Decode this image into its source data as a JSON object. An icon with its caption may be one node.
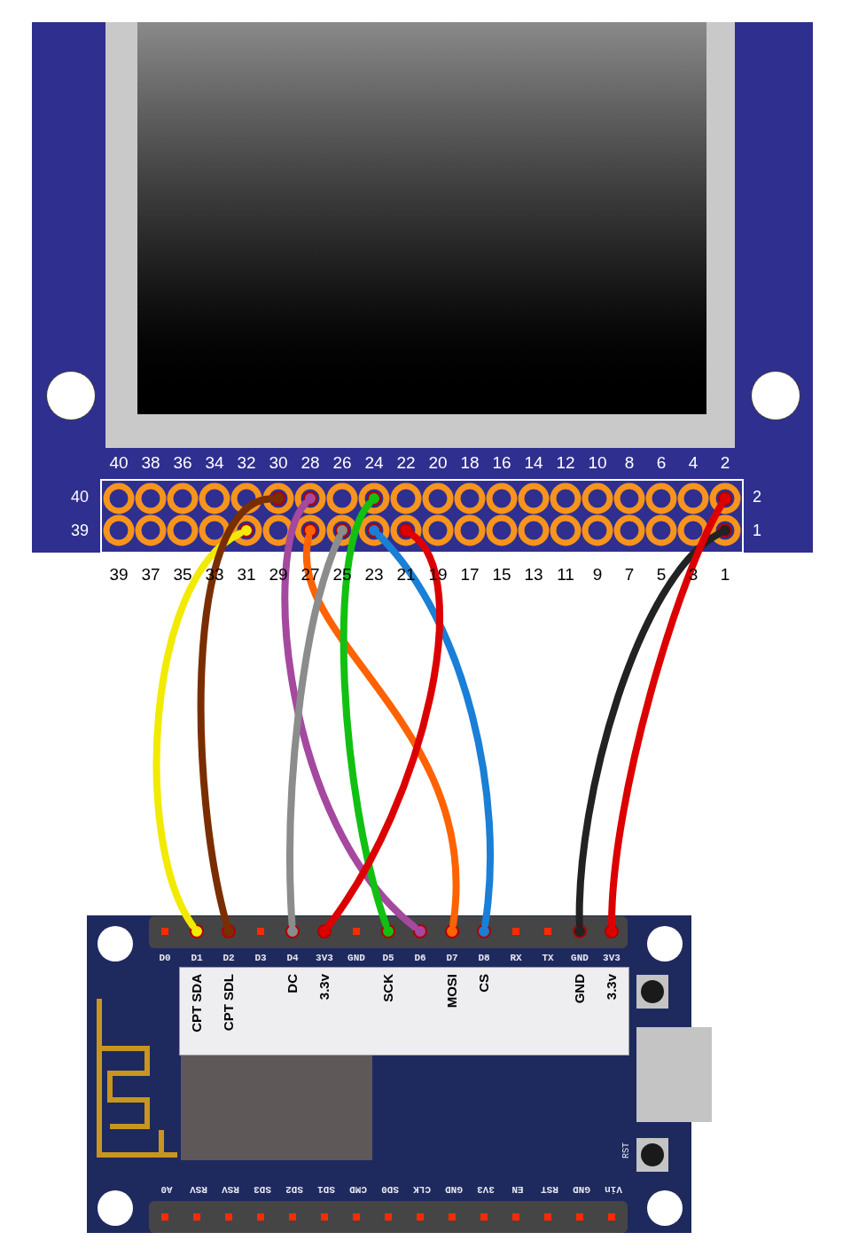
{
  "diagram": {
    "nodes": [
      {
        "text": [],
        "shape": "box"
      },
      {
        "text": [],
        "shape": "circle",
        "in": 0
      },
      {
        "text": [],
        "shape": "circle",
        "in": 0
      },
      {
        "text": [],
        "shape": "circle",
        "in": 0
      },
      {
        "text": [],
        "shape": "circle",
        "in": 0
      },
      {
        "text": [],
        "shape": "circle",
        "in": 0
      },
      {
        "text": [],
        "shape": "circle",
        "in": 0
      },
      {
        "text": [],
        "shape": "circle",
        "in": 0
      },
      {
        "text": [],
        "shape": "circle",
        "in": 0
      },
      {
        "text": [],
        "shape": "circle",
        "in": 0
      },
      {
        "text": [],
        "shape": "circle",
        "in": 0
      },
      {
        "text": [],
        "shape": "box"
      },
      {
        "text": [],
        "shape": "circle",
        "in": 11
      },
      {
        "text": [],
        "shape": "circle",
        "in": 11
      },
      {
        "text": [],
        "shape": "circle",
        "in": 11
      },
      {
        "text": [],
        "shape": "circle",
        "in": 11
      },
      {
        "text": [],
        "shape": "circle",
        "in": 11
      },
      {
        "text": [],
        "shape": "circle",
        "in": 11
      },
      {
        "text": [],
        "shape": "circle",
        "in": 11
      },
      {
        "text": [],
        "shape": "circle",
        "in": 11
      },
      {
        "text": [],
        "shape": "circle",
        "in": 11
      },
      {
        "text": [],
        "shape": "circle",
        "in": 11
      }
    ],
    "edges": [
      {
        "from": 1,
        "to": 12,
        "arrow": "none",
        "color": "#f2ea00"
      },
      {
        "from": 2,
        "to": 13,
        "arrow": "none",
        "color": "#7a2e00"
      },
      {
        "from": 3,
        "to": 17,
        "arrow": "none",
        "color": "#a5489f"
      },
      {
        "from": 4,
        "to": 18,
        "arrow": "none",
        "color": "#ff6200"
      },
      {
        "from": 5,
        "to": 14,
        "arrow": "none",
        "color": "#8c8c8c"
      },
      {
        "from": 6,
        "to": 16,
        "arrow": "none",
        "color": "#12c012"
      },
      {
        "from": 7,
        "to": 19,
        "arrow": "none",
        "color": "#1a7fd6"
      },
      {
        "from": 8,
        "to": 15,
        "arrow": "none",
        "color": "#dd0000"
      },
      {
        "from": 10,
        "to": 20,
        "arrow": "none",
        "color": "#222222"
      },
      {
        "from": 9,
        "to": 21,
        "arrow": "none",
        "color": "#dd0000"
      }
    ],
    "labels": [
      "40",
      "38",
      "36",
      "34",
      "32",
      "30",
      "28",
      "26",
      "24",
      "22",
      "20",
      "18",
      "16",
      "14",
      "12",
      "10",
      "8",
      "6",
      "4",
      "2",
      "40",
      "2",
      "39",
      "1",
      "39",
      "37",
      "35",
      "33",
      "31",
      "29",
      "27",
      "25",
      "23",
      "21",
      "19",
      "17",
      "15",
      "13",
      "11",
      "9",
      "7",
      "5",
      "3",
      "1",
      "D0",
      "D1",
      "D2",
      "D3",
      "D4",
      "3V3",
      "GND",
      "D5",
      "D6",
      "D7",
      "D8",
      "RX",
      "TX",
      "GND",
      "3V3",
      "CPT SDA",
      "CPT SDL",
      "DC",
      "3.3v",
      "SCK",
      "MOSI",
      "CS",
      "GND",
      "3.3v",
      "RST",
      "A0",
      "RSV",
      "RSV",
      "SD3",
      "SD2",
      "SD1",
      "CMD",
      "SD0",
      "CLK",
      "GND",
      "3V3",
      "EN",
      "RST",
      "GND",
      "Vin"
    ]
  }
}
